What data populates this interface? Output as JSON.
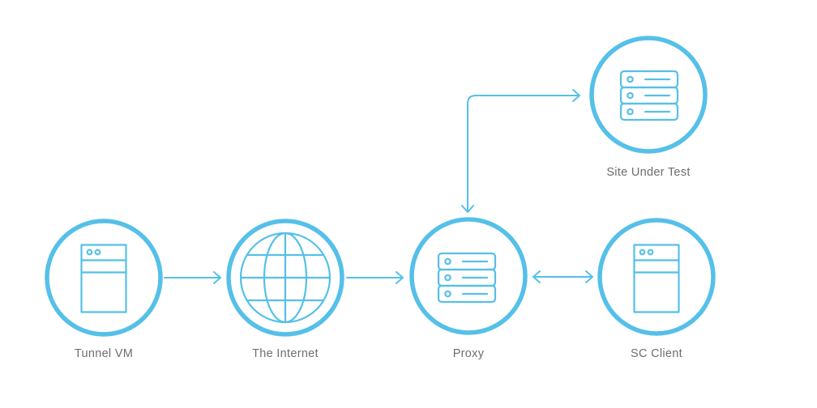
{
  "diagram": {
    "type": "network-architecture",
    "colors": {
      "accent": "#55c0e8",
      "label_text": "#6d6e71",
      "background": "#ffffff"
    },
    "nodes": [
      {
        "id": "tunnel-vm",
        "label": "Tunnel VM",
        "icon": "tower-server-icon"
      },
      {
        "id": "the-internet",
        "label": "The Internet",
        "icon": "globe-icon"
      },
      {
        "id": "proxy",
        "label": "Proxy",
        "icon": "server-stack-icon"
      },
      {
        "id": "sc-client",
        "label": "SC Client",
        "icon": "tower-server-icon"
      },
      {
        "id": "site-under-test",
        "label": "Site Under Test",
        "icon": "server-stack-icon"
      }
    ],
    "connections": [
      {
        "from": "tunnel-vm",
        "to": "the-internet",
        "arrows": "to"
      },
      {
        "from": "the-internet",
        "to": "proxy",
        "arrows": "to"
      },
      {
        "from": "proxy",
        "to": "sc-client",
        "arrows": "both"
      },
      {
        "from": "proxy",
        "to": "site-under-test",
        "arrows": "both",
        "route": "elbow"
      }
    ]
  }
}
